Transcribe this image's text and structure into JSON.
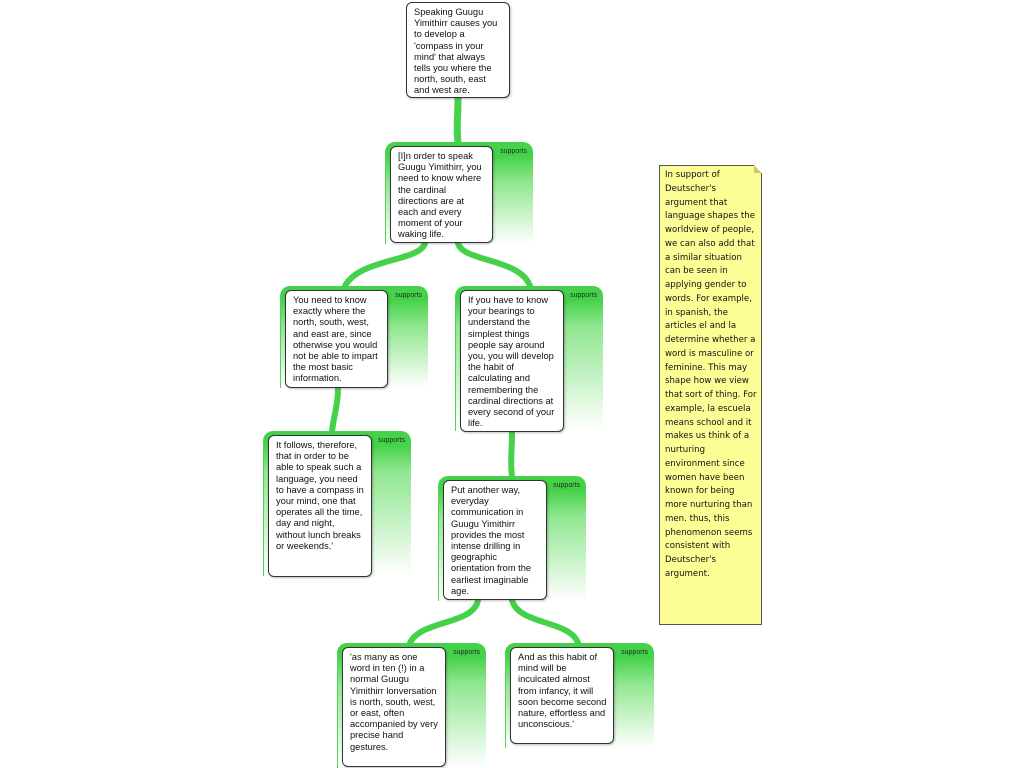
{
  "nodes": [
    {
      "id": "n1",
      "text": "Speaking Guugu Yimithirr causes you to develop a 'compass in your mind' that always tells you where the north, south, east and west are."
    },
    {
      "id": "n2",
      "text": "[I]n order to speak Guugu Yimithirr, you need to know where the cardinal directions are at each and every moment of your waking life."
    },
    {
      "id": "n3",
      "text": "You need to know exactly where the north, south, west, and east are, since otherwise you would not be able to impart the most basic information."
    },
    {
      "id": "n4",
      "text": "If you have to know your bearings to understand the simplest things people say around you, you will develop the habit of calculating and remembering the cardinal directions at every second of your life."
    },
    {
      "id": "n5",
      "text": "It follows, therefore, that in order to be able to speak such a language, you need to have a compass in your mind, one that operates all the time, day and night, without lunch breaks or weekends.'"
    },
    {
      "id": "n6",
      "text": "Put another way, everyday communication in Guugu Yimithirr provides the most intense drilling in geographic orientation from the earliest imaginable age."
    },
    {
      "id": "n7",
      "text": "'as many as one word in ten (!) in a normal Guugu Yimithirr lonversation is north, south, west, or east, often accompanied by very precise hand gestures."
    },
    {
      "id": "n8",
      "text": "And as this habit of mind will be inculcated almost from infancy, it will soon become second nature, effortless and unconscious.'"
    }
  ],
  "support_label": "supports",
  "note": {
    "text": "In support of Deutscher's argument that language shapes the worldview of people, we can also add that a similar situation can be seen in applying gender to words. For example, in spanish, the articles el and la determine whether a word is masculine or feminine. This may shape how we view that sort of thing. For example, la escuela means school and it makes us think of a nurturing environment since women have been known for being more nurturing than men. thus, this phenomenon seems consistent with Deutscher's argument."
  },
  "colors": {
    "support_green": "#45d24a",
    "note_yellow": "#fdfd96"
  }
}
